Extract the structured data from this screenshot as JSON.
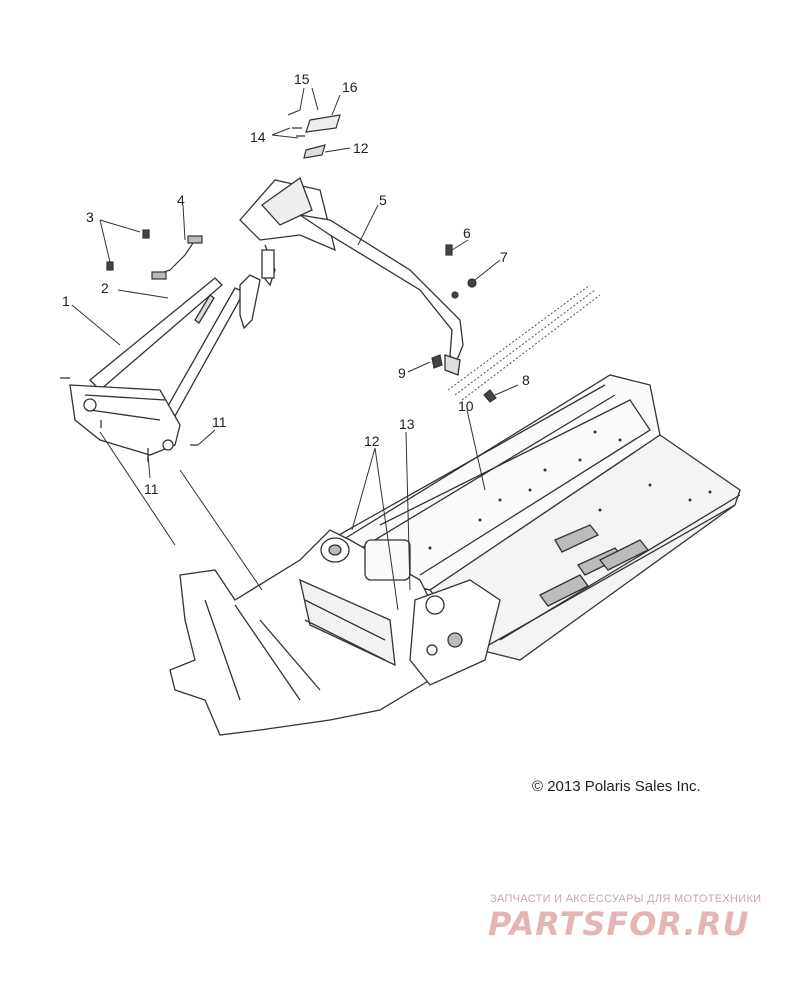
{
  "callouts": [
    {
      "id": "c15",
      "label": "15"
    },
    {
      "id": "c16",
      "label": "16"
    },
    {
      "id": "c14",
      "label": "14"
    },
    {
      "id": "c12a",
      "label": "12"
    },
    {
      "id": "c4",
      "label": "4"
    },
    {
      "id": "c3",
      "label": "3"
    },
    {
      "id": "c5",
      "label": "5"
    },
    {
      "id": "c6",
      "label": "6"
    },
    {
      "id": "c7",
      "label": "7"
    },
    {
      "id": "c2",
      "label": "2"
    },
    {
      "id": "c1",
      "label": "1"
    },
    {
      "id": "c9",
      "label": "9"
    },
    {
      "id": "c8",
      "label": "8"
    },
    {
      "id": "c10",
      "label": "10"
    },
    {
      "id": "c11a",
      "label": "11"
    },
    {
      "id": "c13",
      "label": "13"
    },
    {
      "id": "c12b",
      "label": "12"
    },
    {
      "id": "c11b",
      "label": "11"
    }
  ],
  "copyright": "© 2013 Polaris Sales Inc.",
  "watermark": {
    "tagline": "ЗАПЧАСТИ И АКСЕССУАРЫ ДЛЯ МОТОТЕХНИКИ",
    "logo": "PARTSFOR.RU"
  },
  "colors": {
    "line": "#333333",
    "fill": "#ffffff",
    "shade": "#bbbbbb",
    "watermark": "#e5b5b5"
  }
}
